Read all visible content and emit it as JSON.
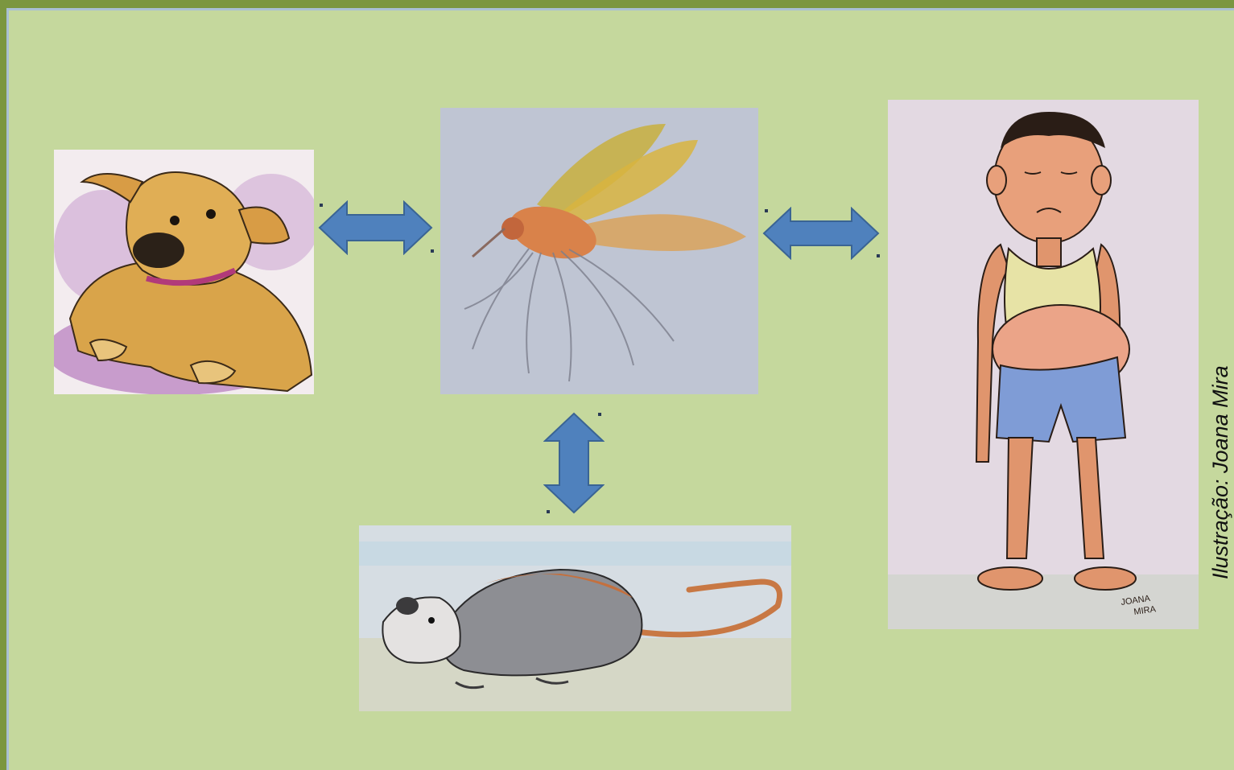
{
  "diagram": {
    "nodes": [
      {
        "id": "dog",
        "label": "dog"
      },
      {
        "id": "mosquito",
        "label": "sand fly"
      },
      {
        "id": "boy",
        "label": "child"
      },
      {
        "id": "opossum",
        "label": "opossum"
      }
    ],
    "edges": [
      {
        "from": "dog",
        "to": "mosquito",
        "direction": "both"
      },
      {
        "from": "mosquito",
        "to": "boy",
        "direction": "both"
      },
      {
        "from": "mosquito",
        "to": "opossum",
        "direction": "both"
      }
    ],
    "credit": "Ilustração: Joana Mira",
    "signature": "JOANA MIRA"
  },
  "colors": {
    "background": "#c5d89d",
    "border": "#7b9640",
    "arrow_fill": "#4f81bd",
    "arrow_stroke": "#3a6494"
  }
}
